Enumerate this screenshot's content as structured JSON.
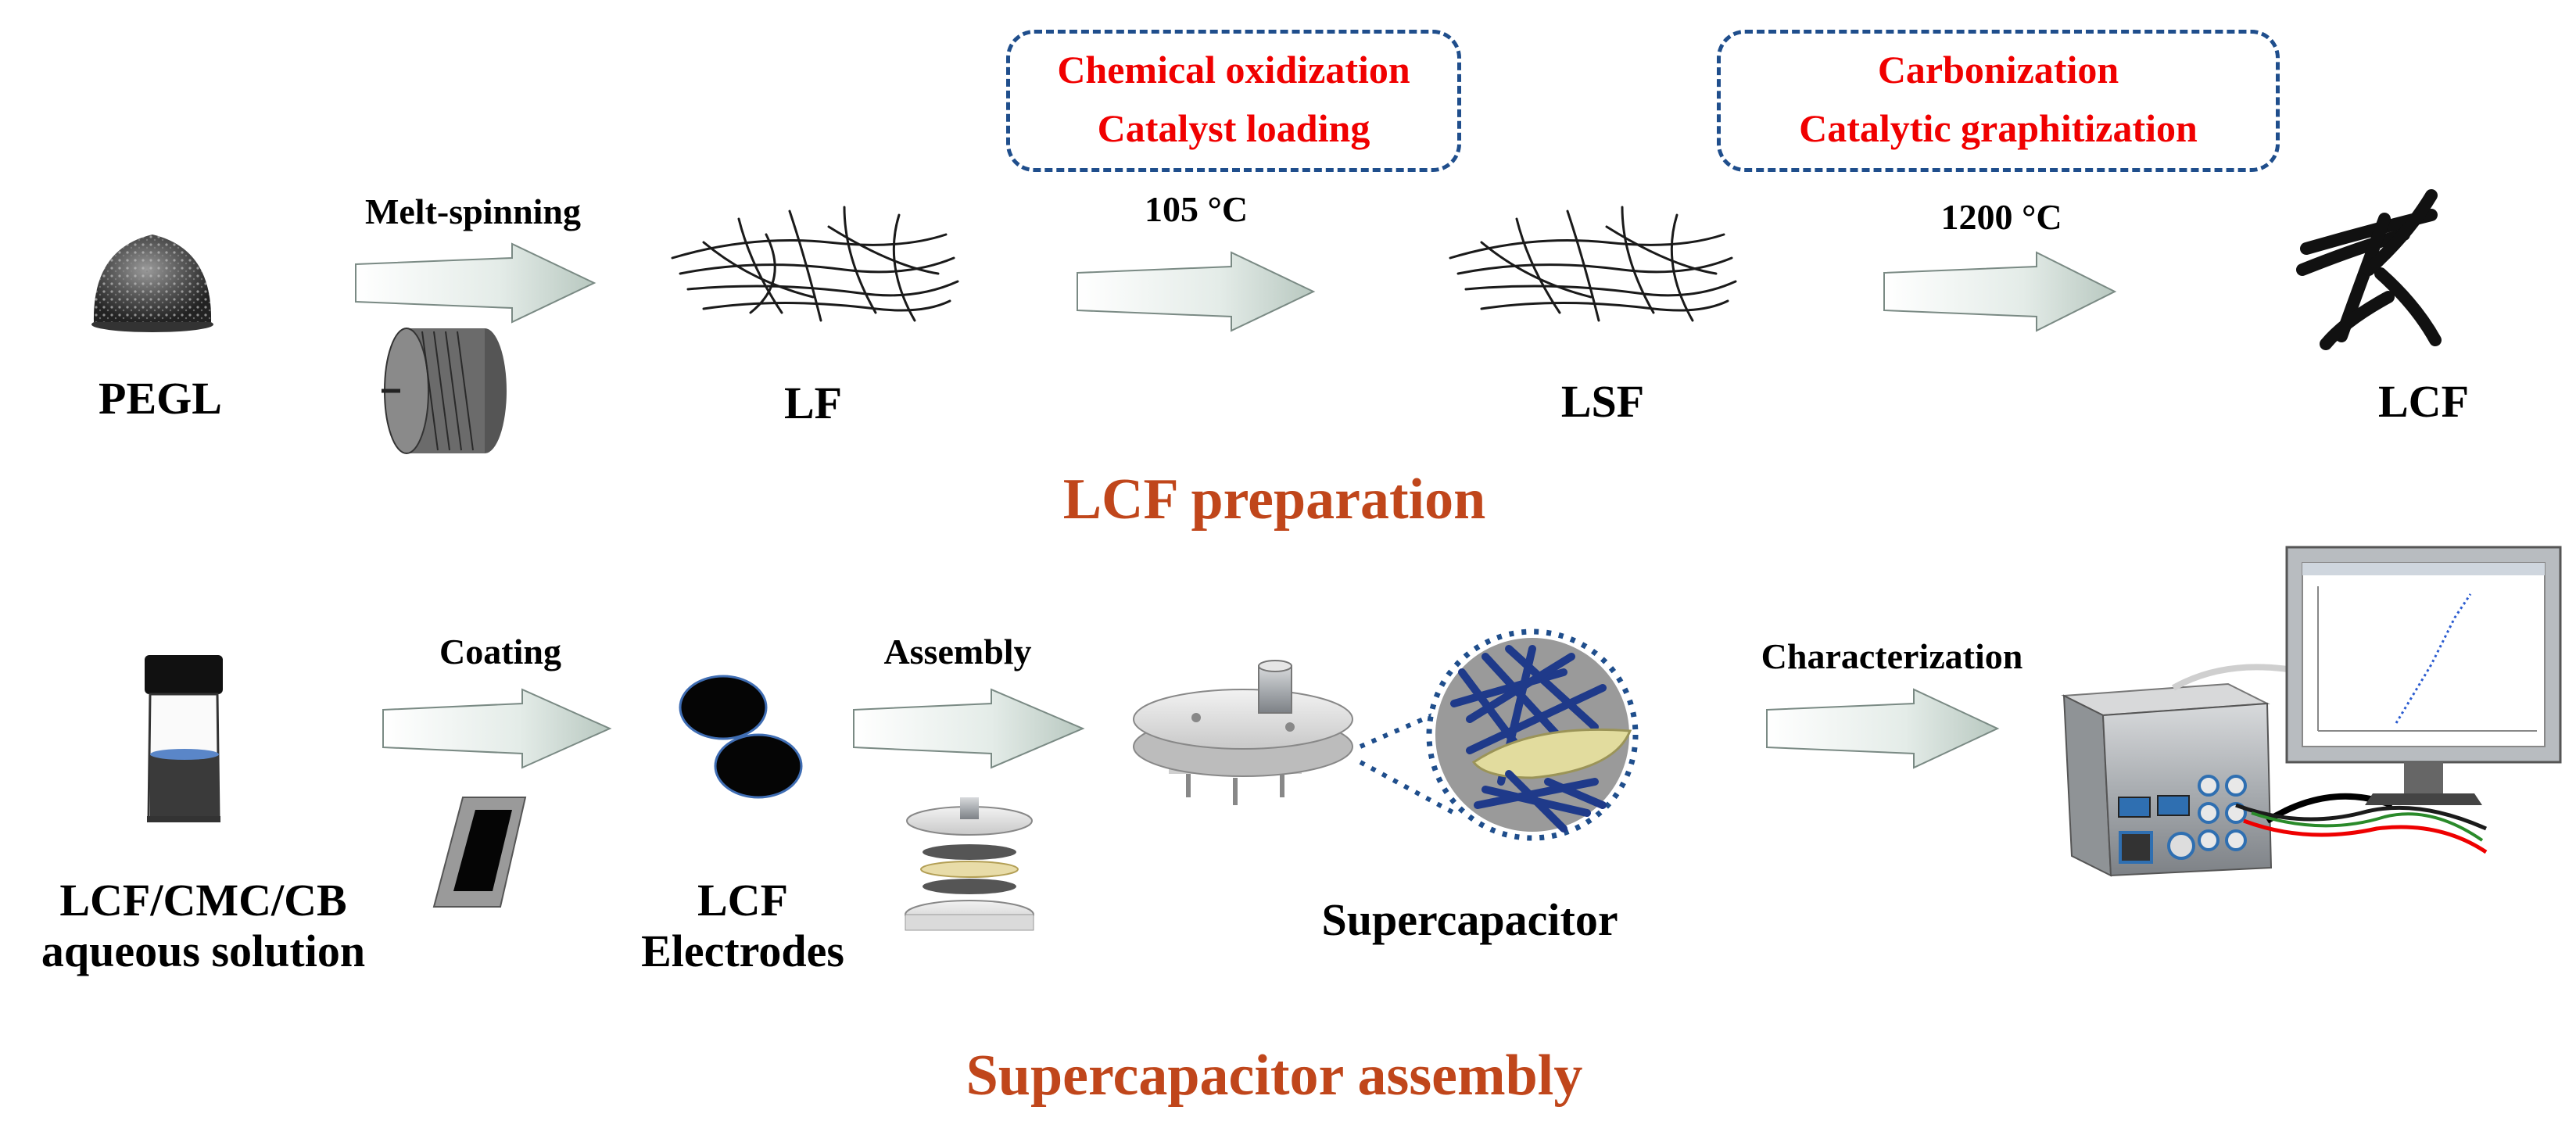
{
  "colors": {
    "red_text": "#f00000",
    "section_title": "#c0461b",
    "dashed_box": "#1f4e8c",
    "arrow_fill": "#dfe8e4"
  },
  "preparation": {
    "title": "LCF preparation",
    "stage_names": {
      "pegl": "PEGL",
      "lf": "LF",
      "lsf": "LSF",
      "lcf": "LCF"
    },
    "steps": {
      "melt_spinning": "Melt-spinning",
      "oxidation_temp": "105 °C",
      "oxidation_box": [
        "Chemical oxidization",
        "Catalyst loading"
      ],
      "carbonization_temp": "1200 °C",
      "carbonization_box": [
        "Carbonization",
        "Catalytic graphitization"
      ]
    }
  },
  "assembly": {
    "title": "Supercapacitor assembly",
    "stage_names": {
      "solution": [
        "LCF/CMC/CB",
        "aqueous solution"
      ],
      "electrodes": [
        "LCF",
        "Electrodes"
      ],
      "supercapacitor": "Supercapacitor"
    },
    "steps": {
      "coating": "Coating",
      "assembly": "Assembly",
      "characterization": "Characterization"
    }
  },
  "icons": {
    "powder": "pegl-powder-icon",
    "spool": "spool-icon",
    "fiber": "fiber-tangle-icon",
    "carbon_fiber": "carbon-fiber-icon",
    "vial": "solution-vial-icon",
    "substrate": "coated-substrate-icon",
    "electrodes": "electrode-disc-icon",
    "cell": "supercapacitor-cell-icon",
    "magnifier": "magnified-view-icon",
    "workstation": "electrochemical-workstation-icon",
    "monitor": "monitor-icon"
  }
}
